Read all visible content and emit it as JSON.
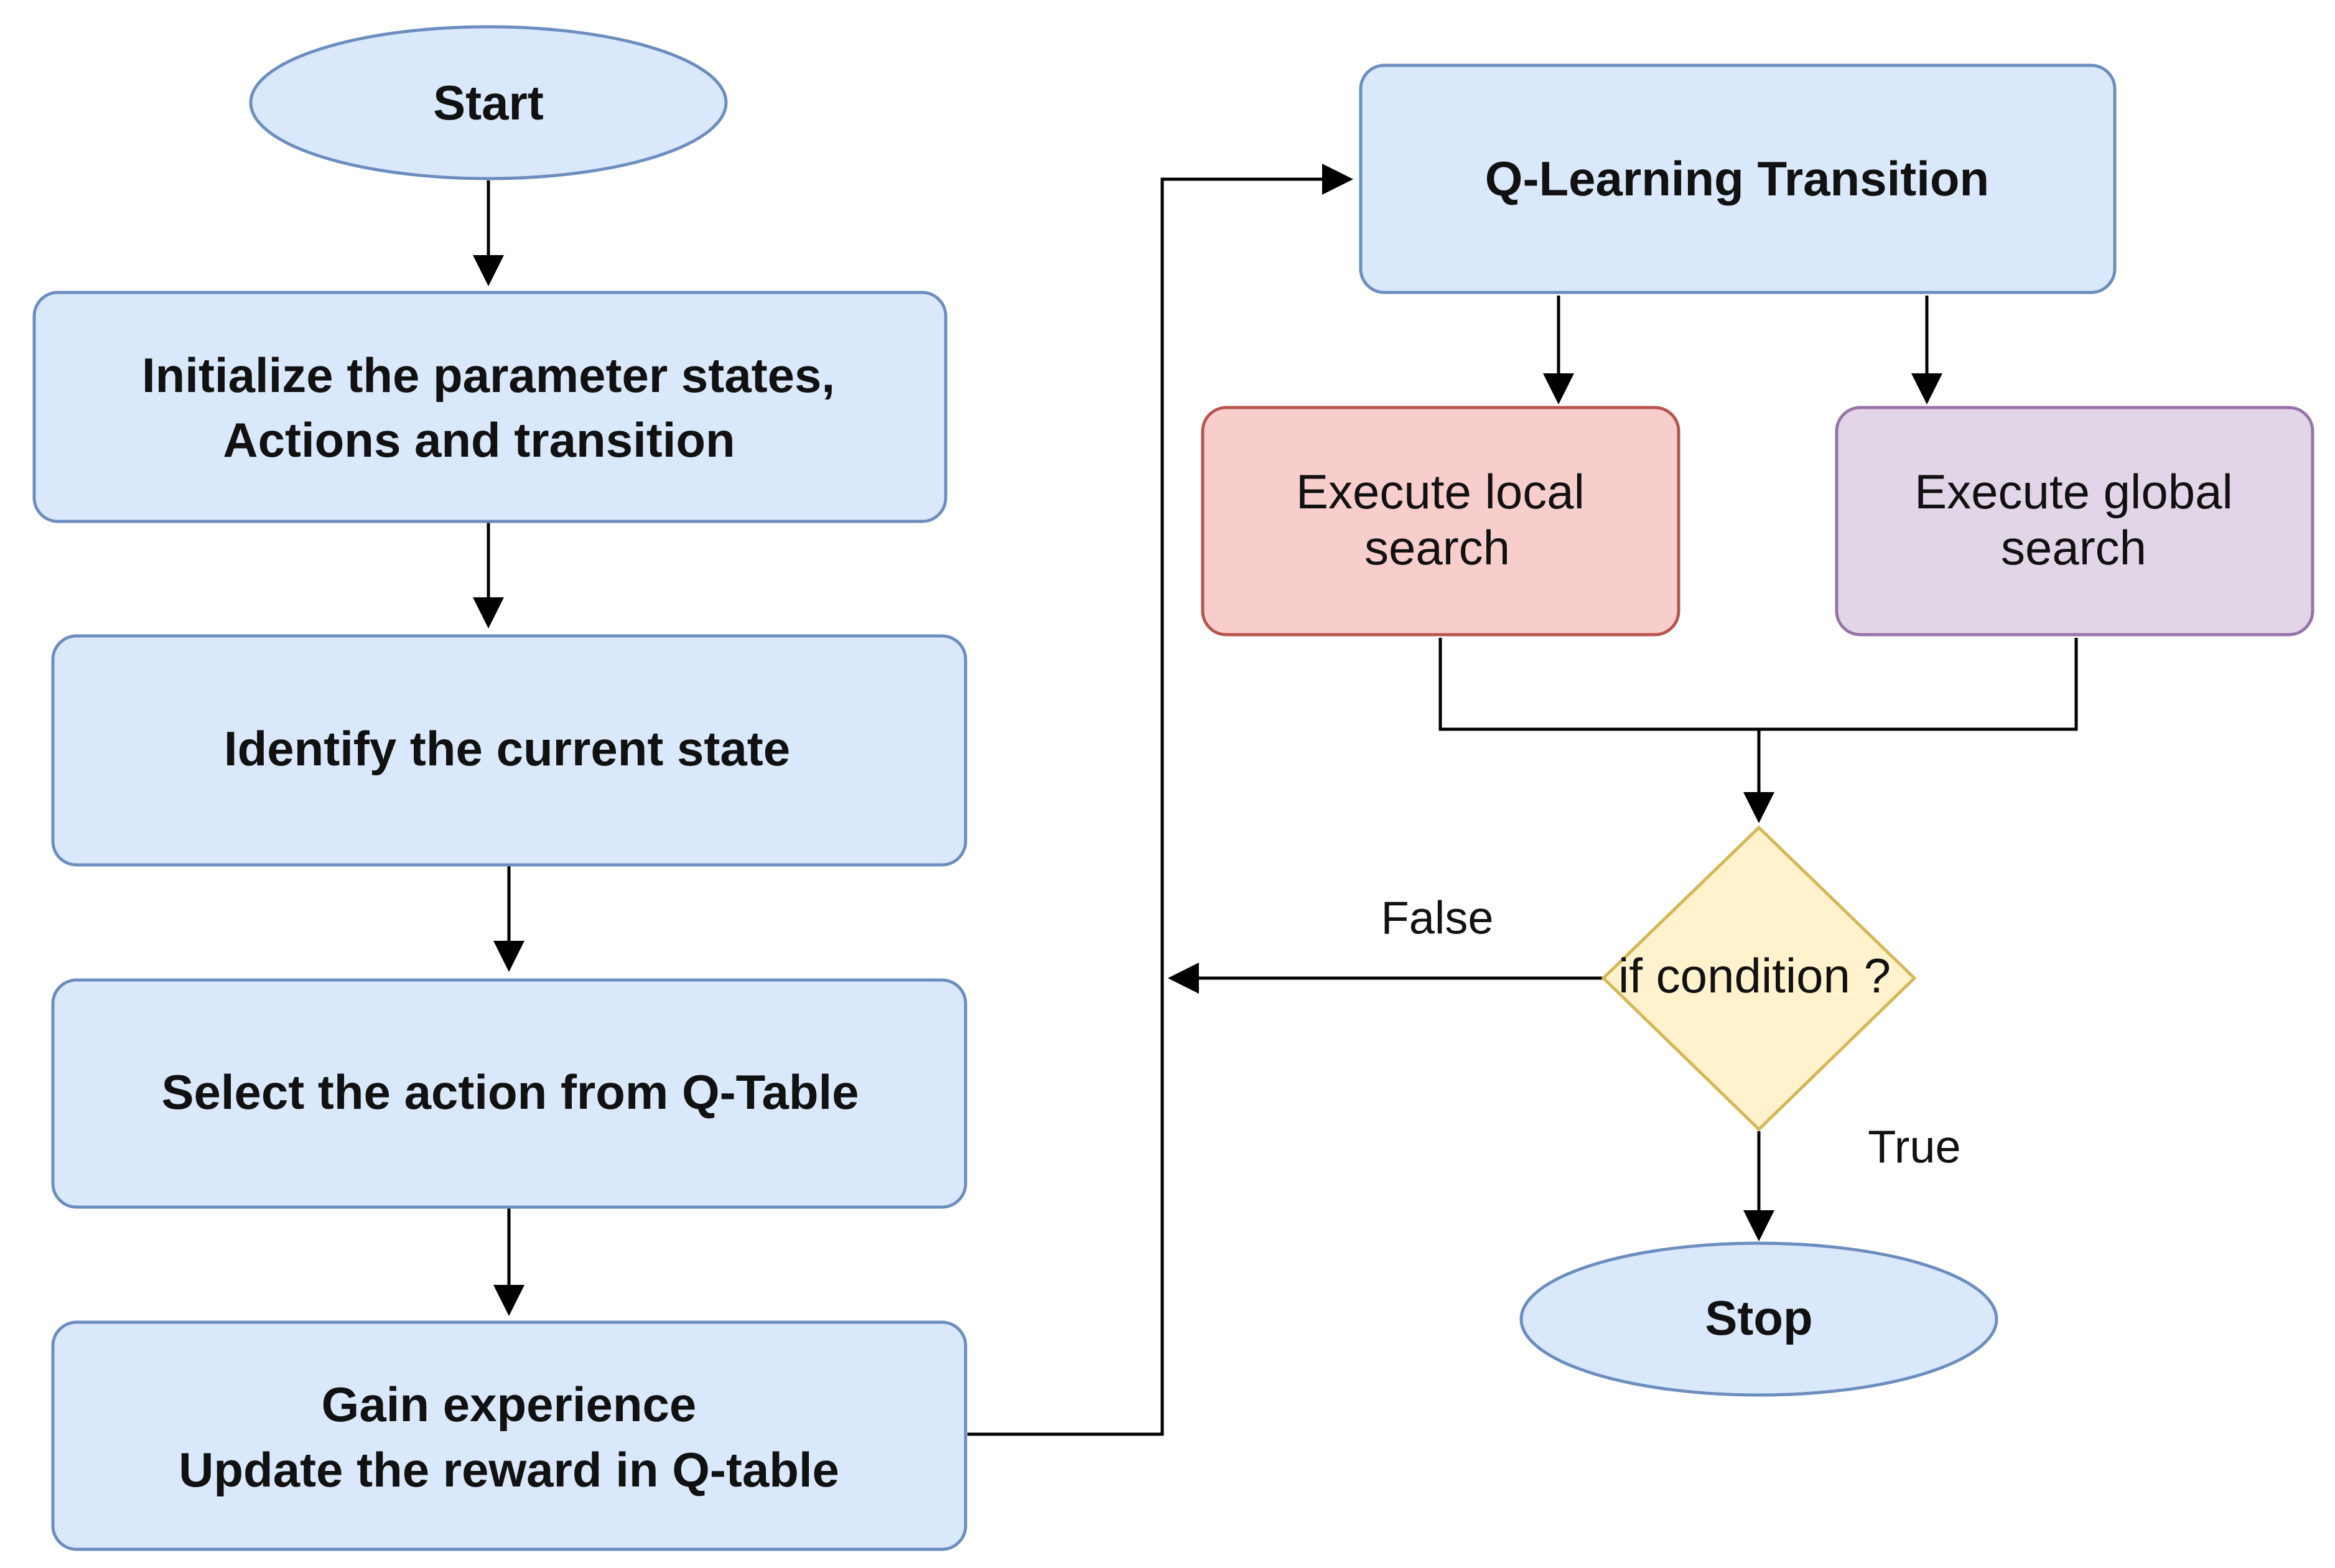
{
  "nodes": {
    "start": {
      "label": "Start"
    },
    "init": {
      "label_line1": "Initialize the parameter states,",
      "label_line2": "Actions and transition"
    },
    "identify": {
      "label": "Identify the current state"
    },
    "select": {
      "label": "Select the action from Q-Table"
    },
    "gain": {
      "label_line1": "Gain experience",
      "label_line2": "Update the reward in Q-table"
    },
    "qlearning": {
      "label": "Q-Learning Transition"
    },
    "local": {
      "label_line1": "Execute local",
      "label_line2": "search"
    },
    "global": {
      "label_line1": "Execute global",
      "label_line2": "search"
    },
    "condition": {
      "label": "if condition ?"
    },
    "stop": {
      "label": "Stop"
    }
  },
  "edge_labels": {
    "false": "False",
    "true": "True"
  },
  "colors": {
    "blue_fill": "#dae8fc",
    "blue_stroke": "#6c8ebf",
    "red_fill": "#f8cecc",
    "red_stroke": "#b85450",
    "purple_fill": "#e1d5e7",
    "purple_stroke": "#9673a6",
    "yellow_fill": "#fff2cc",
    "yellow_stroke": "#d6b656",
    "edge": "#000000"
  }
}
